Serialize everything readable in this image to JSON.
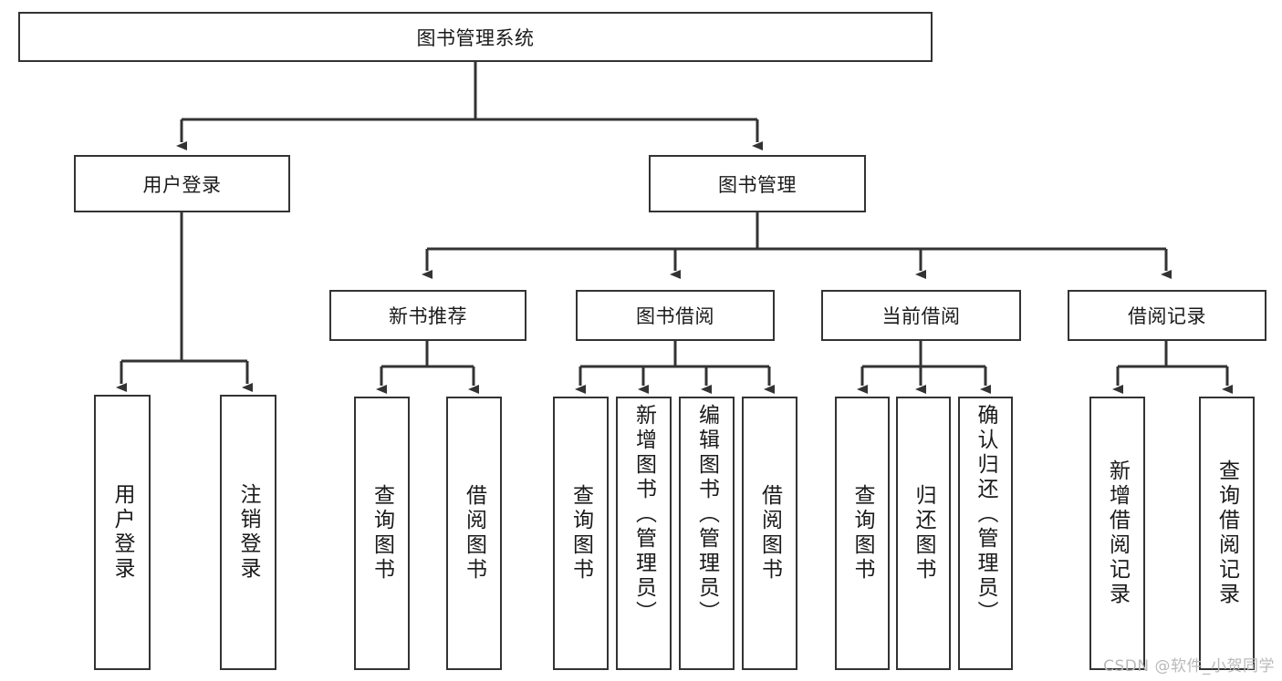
{
  "diagram": {
    "type": "tree",
    "title": "图书管理系统",
    "orientation": "top-down",
    "colors": {
      "node_border": "#333333",
      "node_fill": "#ffffff",
      "connector": "#333333",
      "text": "#1a1a1a",
      "watermark": "#b9b9b9"
    },
    "root": {
      "label": "图书管理系统"
    },
    "level2": [
      {
        "label": "用户登录"
      },
      {
        "label": "图书管理"
      }
    ],
    "level3": [
      {
        "label": "新书推荐"
      },
      {
        "label": "图书借阅"
      },
      {
        "label": "当前借阅"
      },
      {
        "label": "借阅记录"
      }
    ],
    "leaves": {
      "user_login": [
        {
          "label": "用户登录"
        },
        {
          "label": "注销登录"
        }
      ],
      "new_book_recommend": [
        {
          "label": "查询图书"
        },
        {
          "label": "借阅图书"
        }
      ],
      "book_borrow": [
        {
          "label": "查询图书"
        },
        {
          "label": "新增图书（管理员）"
        },
        {
          "label": "编辑图书（管理员）"
        },
        {
          "label": "借阅图书"
        }
      ],
      "current_borrow": [
        {
          "label": "查询图书"
        },
        {
          "label": "归还图书"
        },
        {
          "label": "确认归还（管理员）"
        }
      ],
      "borrow_record": [
        {
          "label": "新增借阅记录"
        },
        {
          "label": "查询借阅记录"
        }
      ]
    }
  },
  "watermark": {
    "text": "CSDN @软件_小贺同学"
  }
}
